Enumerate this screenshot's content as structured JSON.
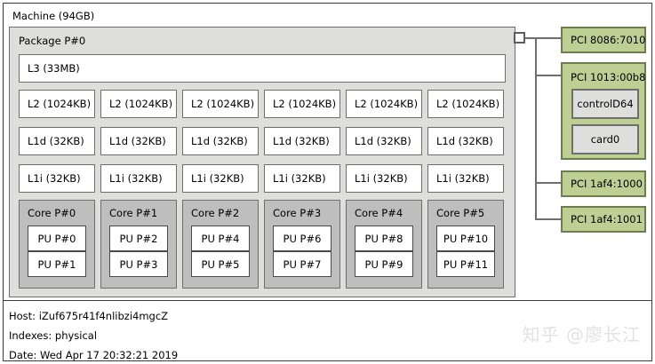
{
  "machine": {
    "title": "Machine (94GB)"
  },
  "package": {
    "title": "Package P#0",
    "l3": {
      "label": "L3 (33MB)"
    },
    "l2": [
      {
        "label": "L2 (1024KB)"
      },
      {
        "label": "L2 (1024KB)"
      },
      {
        "label": "L2 (1024KB)"
      },
      {
        "label": "L2 (1024KB)"
      },
      {
        "label": "L2 (1024KB)"
      },
      {
        "label": "L2 (1024KB)"
      }
    ],
    "l1d": [
      {
        "label": "L1d (32KB)"
      },
      {
        "label": "L1d (32KB)"
      },
      {
        "label": "L1d (32KB)"
      },
      {
        "label": "L1d (32KB)"
      },
      {
        "label": "L1d (32KB)"
      },
      {
        "label": "L1d (32KB)"
      }
    ],
    "l1i": [
      {
        "label": "L1i (32KB)"
      },
      {
        "label": "L1i (32KB)"
      },
      {
        "label": "L1i (32KB)"
      },
      {
        "label": "L1i (32KB)"
      },
      {
        "label": "L1i (32KB)"
      },
      {
        "label": "L1i (32KB)"
      }
    ],
    "cores": [
      {
        "label": "Core P#0",
        "pus": [
          {
            "label": "PU P#0"
          },
          {
            "label": "PU P#1"
          }
        ]
      },
      {
        "label": "Core P#1",
        "pus": [
          {
            "label": "PU P#2"
          },
          {
            "label": "PU P#3"
          }
        ]
      },
      {
        "label": "Core P#2",
        "pus": [
          {
            "label": "PU P#4"
          },
          {
            "label": "PU P#5"
          }
        ]
      },
      {
        "label": "Core P#3",
        "pus": [
          {
            "label": "PU P#6"
          },
          {
            "label": "PU P#7"
          }
        ]
      },
      {
        "label": "Core P#4",
        "pus": [
          {
            "label": "PU P#8"
          },
          {
            "label": "PU P#9"
          }
        ]
      },
      {
        "label": "Core P#5",
        "pus": [
          {
            "label": "PU P#10"
          },
          {
            "label": "PU P#11"
          }
        ]
      }
    ]
  },
  "io": {
    "host_bridge_icon": "host-bridge-square",
    "devices": [
      {
        "label": "PCI 8086:7010",
        "children": []
      },
      {
        "label": "PCI 1013:00b8",
        "children": [
          {
            "label": "controlD64"
          },
          {
            "label": "card0"
          }
        ]
      },
      {
        "label": "PCI 1af4:1000",
        "children": []
      },
      {
        "label": "PCI 1af4:1001",
        "children": []
      }
    ]
  },
  "footer": {
    "host": "Host: iZuf675r41f4nlibzi4mgcZ",
    "indexes": "Indexes: physical",
    "date": "Date: Wed Apr 17 20:32:21 2019",
    "watermark": "知乎 @廖长江"
  },
  "colors": {
    "machine_bg": "#ffffff",
    "package_bg": "#dededc",
    "cache_bg": "#ffffff",
    "core_bg": "#bebebe",
    "pci_bg": "#bdcf93",
    "pci_border": "#6e7d4e",
    "osdev_bg": "#dededc",
    "line": "#6e6e6e",
    "text": "#000000",
    "watermark": "#e2e2e2"
  }
}
